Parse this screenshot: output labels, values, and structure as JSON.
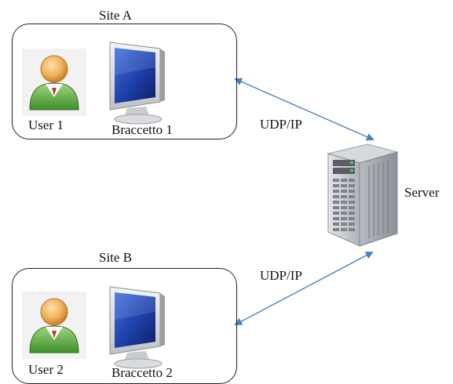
{
  "sites": [
    {
      "title": "Site A",
      "user_label": "User 1",
      "device_label": "Braccetto 1",
      "link_label": "UDP/IP"
    },
    {
      "title": "Site B",
      "user_label": "User 2",
      "device_label": "Braccetto 2",
      "link_label": "UDP/IP"
    }
  ],
  "server": {
    "label": "Server"
  },
  "icons": {
    "user": "user-icon",
    "device": "monitor-icon",
    "server": "server-tower-icon",
    "link": "double-arrow-connector"
  },
  "colors": {
    "connector": "#4a7fc1",
    "user_body": "#5aa544",
    "user_head": "#f0b25c",
    "screen": "#1d3fa8",
    "server_body": "#c9ccd1"
  }
}
